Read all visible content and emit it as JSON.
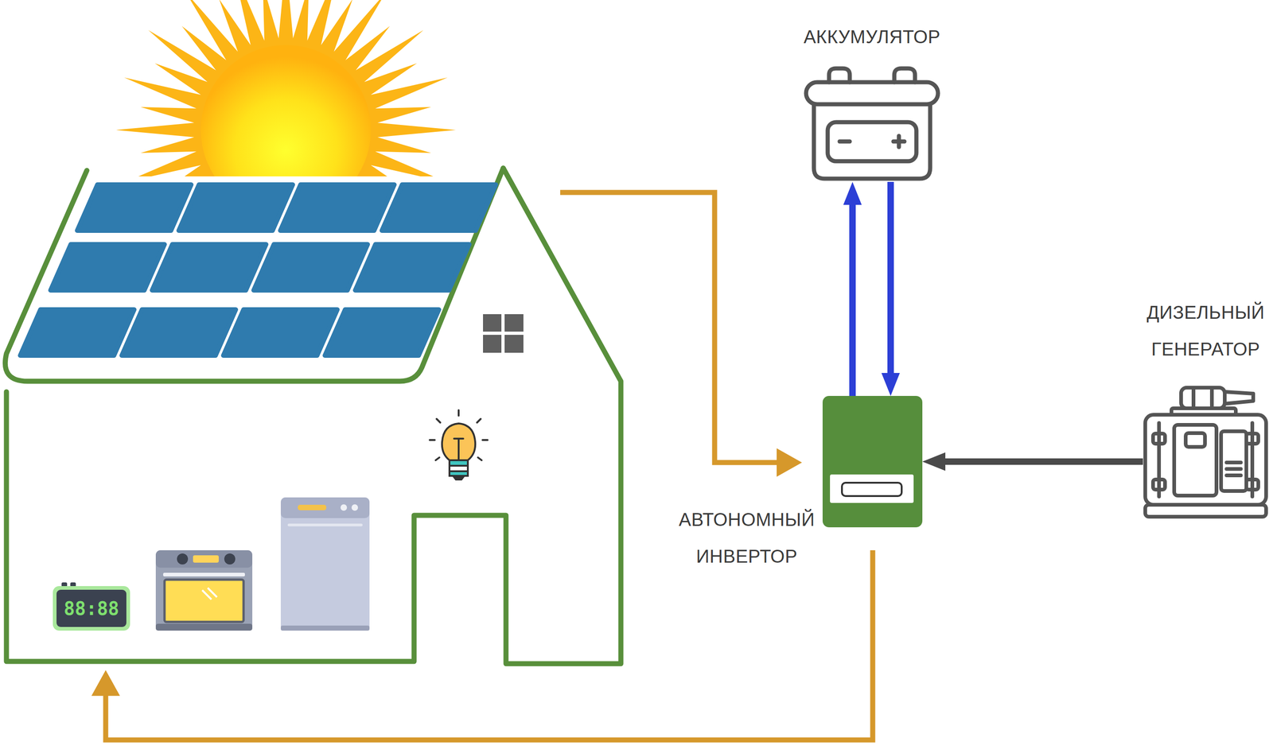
{
  "diagram": {
    "nodes": [
      {
        "text": [
          "АККУМУЛЯТОР"
        ]
      },
      {
        "text": [
          "ДИЗЕЛЬНЫЙ ГЕНЕРАТОР"
        ]
      },
      {
        "text": [
          "АВТОНОМНЫЙ ИНВЕРТОР"
        ]
      }
    ],
    "edges": [
      {
        "from": 2,
        "to": 0,
        "arrow": "to"
      },
      {
        "from": 0,
        "to": 2,
        "arrow": "to"
      },
      {
        "from": 1,
        "to": 2,
        "arrow": "to"
      }
    ],
    "labels": [
      "88:88"
    ]
  }
}
